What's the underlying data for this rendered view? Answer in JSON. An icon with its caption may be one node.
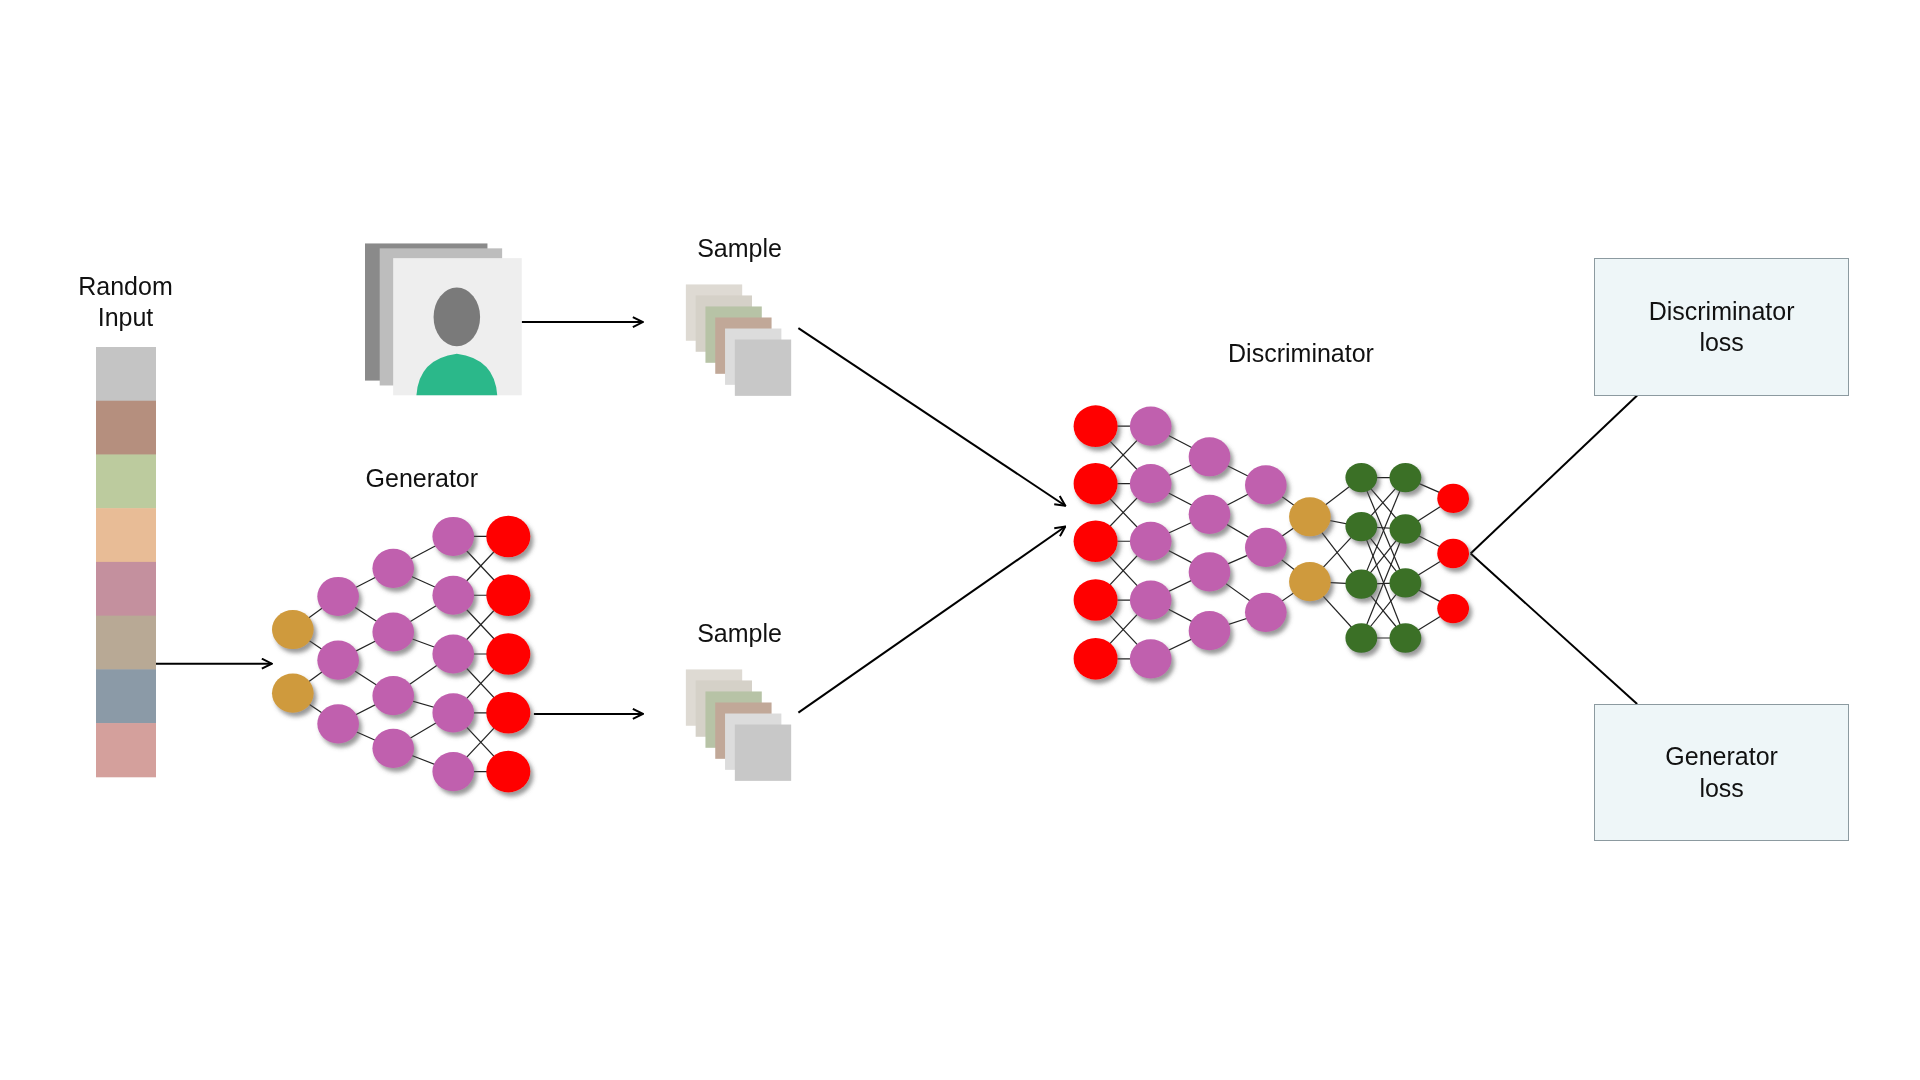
{
  "diagram": {
    "nodes": [
      {
        "text": [
          "Random Input"
        ]
      },
      {
        "text": [],
        "shape": "picture"
      },
      {
        "text": [
          "Sample"
        ]
      },
      {
        "text": [
          "Generator"
        ]
      },
      {
        "text": [
          "Sample"
        ]
      },
      {
        "text": [
          "Discriminator"
        ]
      },
      {
        "text": [
          "Discriminator loss"
        ]
      },
      {
        "text": [
          "Generator loss"
        ]
      }
    ],
    "edges": [
      {
        "from": 1,
        "to": 2,
        "arrow": "to"
      },
      {
        "from": 0,
        "to": 3,
        "arrow": "to"
      },
      {
        "from": 3,
        "to": 4,
        "arrow": "to"
      },
      {
        "from": 2,
        "to": 5,
        "arrow": "to"
      },
      {
        "from": 4,
        "to": 5,
        "arrow": "to"
      },
      {
        "from": 5,
        "to": 6,
        "arrow": "none"
      },
      {
        "from": 5,
        "to": 7,
        "arrow": "none"
      }
    ]
  }
}
